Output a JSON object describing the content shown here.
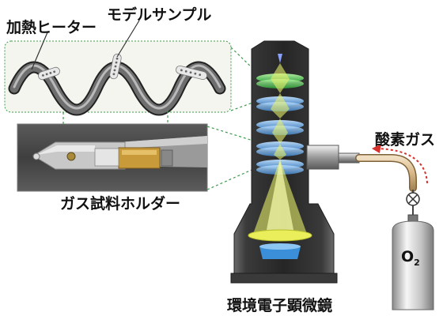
{
  "labels": {
    "heater": "加熱ヒーター",
    "model_sample": "モデルサンプル",
    "holder": "ガス試料ホルダー",
    "oxygen_gas": "酸素ガス",
    "microscope": "環境電子顕微鏡",
    "o2_symbol": "O",
    "o2_subscript": "2"
  },
  "colors": {
    "column_dark": "#2b2b2b",
    "lens_blue": "#5b9fd8",
    "lens_green": "#49c24a",
    "beam_yellow": "#e6ef6a",
    "gas_line": "#d9b98a",
    "arrow_red": "#d8302a",
    "callout_green": "#3c9a4a"
  }
}
